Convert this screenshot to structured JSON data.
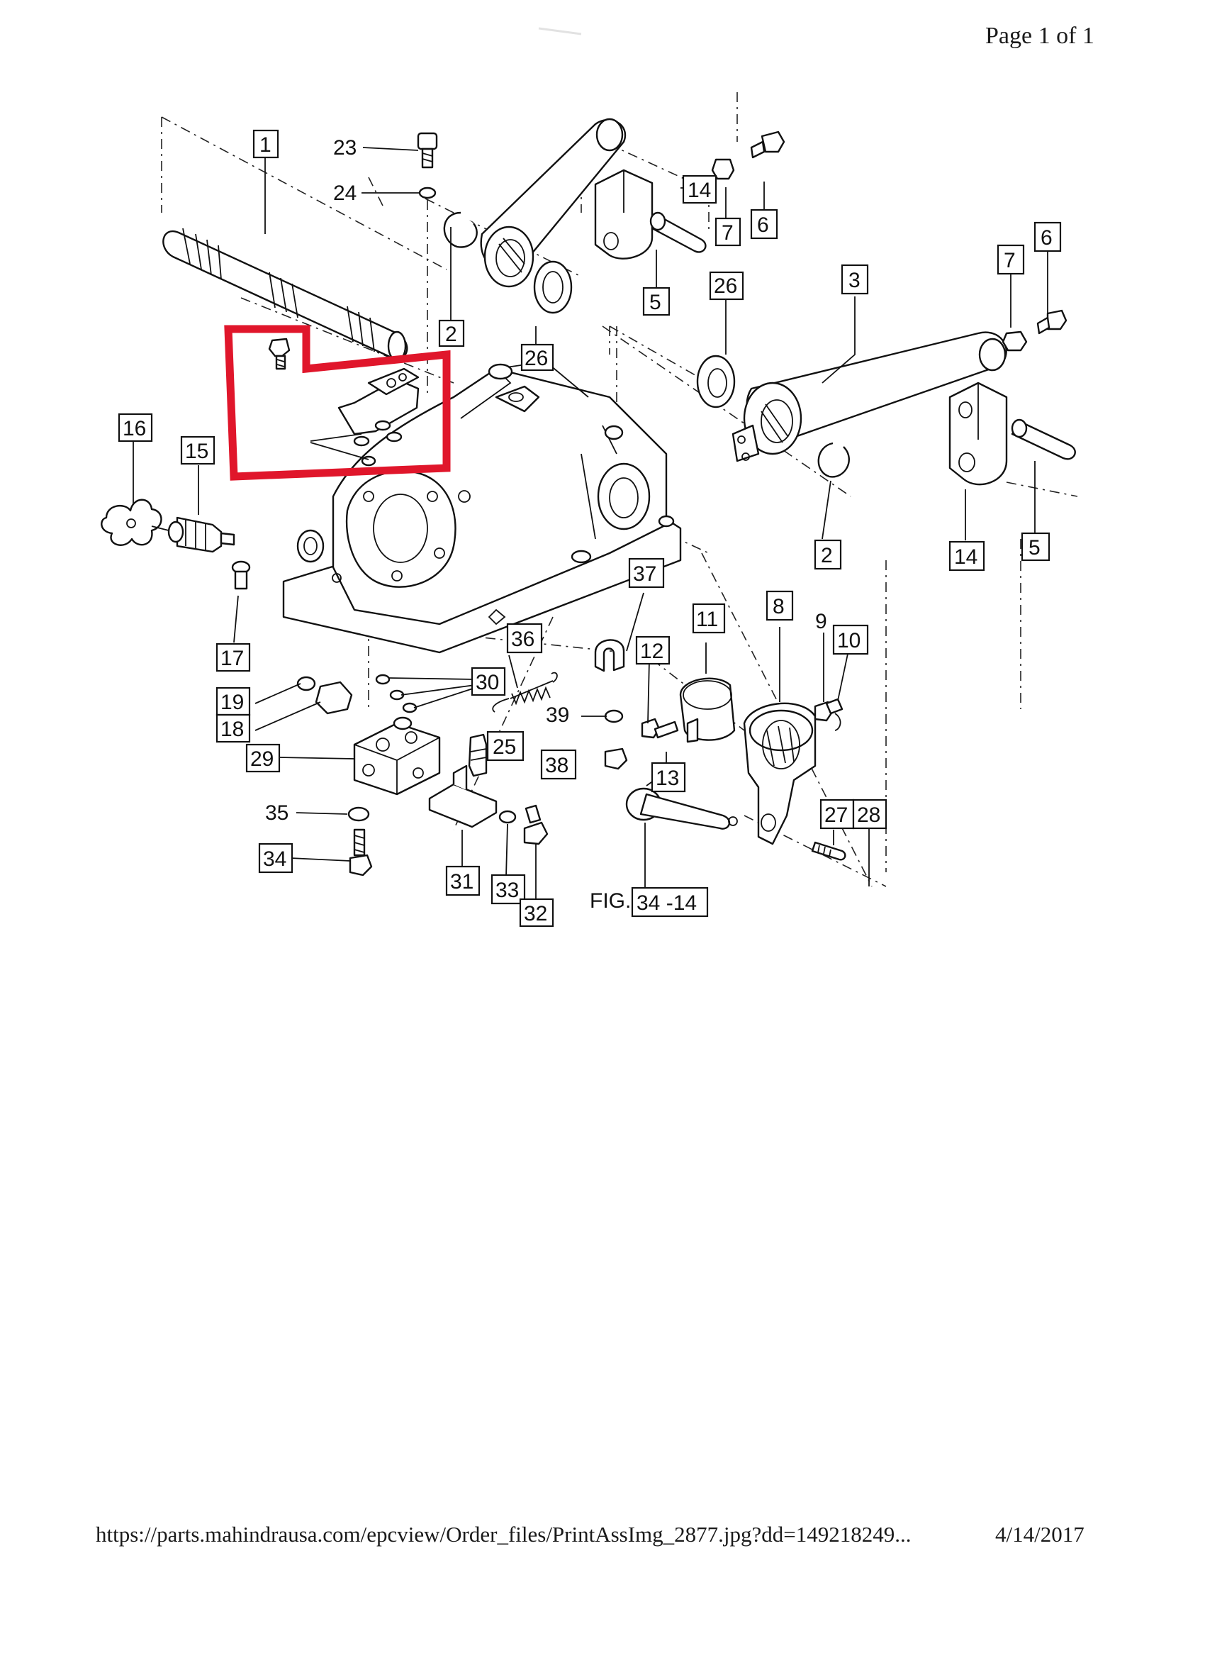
{
  "header": {
    "page_indicator": "Page 1 of 1"
  },
  "footer": {
    "url": "https://parts.mahindrausa.com/epcview/Order_files/PrintAssImg_2877.jpg?dd=149218249...",
    "date": "4/14/2017"
  },
  "figure": {
    "prefix": "FIG.",
    "number": "34 -14",
    "highlight_color": "#e0162b",
    "callouts": {
      "c1": "1",
      "c2a": "2",
      "c2b": "2",
      "c3": "3",
      "c5a": "5",
      "c5b": "5",
      "c6a": "6",
      "c6b": "6",
      "c7a": "7",
      "c7b": "7",
      "c8": "8",
      "c9": "9",
      "c10": "10",
      "c11": "11",
      "c12": "12",
      "c13": "13",
      "c14a": "14",
      "c14b": "14",
      "c15": "15",
      "c16": "16",
      "c17": "17",
      "c18": "18",
      "c19": "19",
      "c23": "23",
      "c24": "24",
      "c25": "25",
      "c26a": "26",
      "c26b": "26",
      "c27": "27",
      "c28": "28",
      "c29": "29",
      "c30": "30",
      "c31": "31",
      "c32": "32",
      "c33": "33",
      "c34": "34",
      "c35": "35",
      "c36": "36",
      "c37": "37",
      "c38": "38",
      "c39": "39"
    }
  }
}
